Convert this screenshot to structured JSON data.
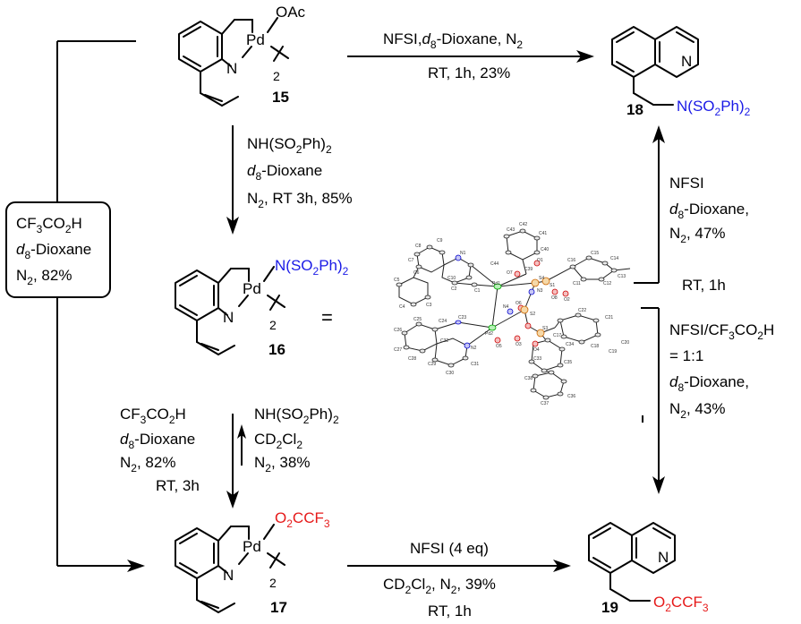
{
  "compounds": {
    "c15": {
      "number": "15",
      "ligand": "OAc",
      "metal": "Pd",
      "sub2": "2",
      "n": "N"
    },
    "c16": {
      "number": "16",
      "ligand": "N(SO",
      "ligand_sub": "2",
      "ligand_tail": "Ph)",
      "ligand_sub2": "2",
      "metal": "Pd",
      "sub2": "2",
      "n": "N",
      "equals": "="
    },
    "c17": {
      "number": "17",
      "ligand": "O",
      "ligand_sub": "2",
      "ligand_tail": "CCF",
      "ligand_sub2": "3",
      "metal": "Pd",
      "sub2": "2",
      "n": "N"
    },
    "c18": {
      "number": "18",
      "n": "N",
      "sub": "N(SO",
      "sub_s": "2",
      "sub_t": "Ph)",
      "sub_s2": "2"
    },
    "c19": {
      "number": "19",
      "n": "N",
      "sub": "O",
      "sub_s": "2",
      "sub_t": "CCF",
      "sub_s2": "3"
    }
  },
  "conditions": {
    "top_arrow": {
      "line1_a": "NFSI,",
      "line1_b": "d",
      "line1_c": "8",
      "line1_d": "-Dioxane, N",
      "line1_e": "2",
      "line2": "RT, 1h, 23%"
    },
    "down_15_16": {
      "l1a": "NH(SO",
      "l1b": "2",
      "l1c": "Ph)",
      "l1d": "2",
      "l2a": "d",
      "l2b": "8",
      "l2c": "-Dioxane",
      "l3a": "N",
      "l3b": "2",
      "l3c": ", RT 3h, 85%"
    },
    "boxed": {
      "l1a": "CF",
      "l1b": "3",
      "l1c": "CO",
      "l1d": "2",
      "l1e": "H",
      "l2a": "d",
      "l2b": "8",
      "l2c": "-Dioxane",
      "l3a": "N",
      "l3b": "2",
      "l3c": ", 82%"
    },
    "up_to_18": {
      "l1": "NFSI",
      "l2a": "d",
      "l2b": "8",
      "l2c": "-Dioxane,",
      "l3a": "N",
      "l3b": "2",
      "l3c": ", 47%",
      "l4": "RT, 1h"
    },
    "down_to_19": {
      "l1a": "NFSI/CF",
      "l1b": "3",
      "l1c": "CO",
      "l1d": "2",
      "l1e": "H",
      "l2": "= 1:1",
      "l3a": "d",
      "l3b": "8",
      "l3c": "-Dioxane,",
      "l4a": "N",
      "l4b": "2",
      "l4c": ", 43%"
    },
    "left_16_17": {
      "l1a": "CF",
      "l1b": "3",
      "l1c": "CO",
      "l1d": "2",
      "l1e": "H",
      "l2a": "d",
      "l2b": "8",
      "l2c": "-Dioxane",
      "l3a": "N",
      "l3b": "2",
      "l3c": ", 82%",
      "l4": "RT, 3h"
    },
    "right_16_17": {
      "l1a": "NH(SO",
      "l1b": "2",
      "l1c": "Ph)",
      "l1d": "2",
      "l2a": "CD",
      "l2b": "2",
      "l2c": "Cl",
      "l2d": "2",
      "l3a": "N",
      "l3b": "2",
      "l3c": ", 38%"
    },
    "bottom_arrow": {
      "l1": "NFSI (4 eq)",
      "l2a": "CD",
      "l2b": "2",
      "l2c": "Cl",
      "l2d": "2",
      "l2e": ", N",
      "l2f": "2",
      "l2g": ", 39%",
      "l3": "RT, 1h"
    }
  },
  "crystal_labels": [
    "C8",
    "C9",
    "C7",
    "N1",
    "C43",
    "C42",
    "C41",
    "C40",
    "C16",
    "C15",
    "C14",
    "C44",
    "O7",
    "C39",
    "S4",
    "O1",
    "C11",
    "C13",
    "C5",
    "C6",
    "C10",
    "C2",
    "C3",
    "C1",
    "Pd1",
    "N3",
    "S1",
    "O8",
    "O2",
    "C12",
    "C4",
    "N4",
    "O6",
    "Pd2",
    "C25",
    "C24",
    "C23",
    "S2",
    "S3",
    "C22",
    "C21",
    "C26",
    "C32",
    "N2",
    "O5",
    "O3",
    "O4",
    "C17",
    "C20",
    "C27",
    "C28",
    "C31",
    "C33",
    "C34",
    "C18",
    "C19",
    "C29",
    "C30",
    "C35",
    "C38",
    "C36",
    "C37"
  ],
  "colors": {
    "blue": "#1a1ae6",
    "red": "#e61a1a"
  }
}
